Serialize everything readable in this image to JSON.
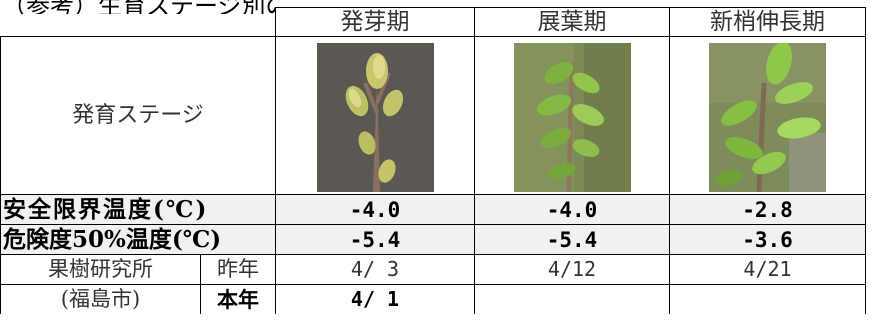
{
  "top_fragment": "（参考）生育ステージ別の",
  "header": {
    "stages": [
      "発芽期",
      "展葉期",
      "新梢伸長期"
    ]
  },
  "stage_label": "発育ステージ",
  "photos": [
    {
      "name": "bud-photo",
      "bg": "#5a5754"
    },
    {
      "name": "leaf-photo",
      "bg": "#6e7a45"
    },
    {
      "name": "shoot-photo",
      "bg": "#7c8a55"
    }
  ],
  "rows": [
    {
      "label": "安全限界温度(℃)",
      "values": [
        "-4.0",
        "-4.0",
        "-2.8"
      ]
    },
    {
      "label": "危険度50%温度(℃)",
      "values": [
        "-5.4",
        "-5.4",
        "-3.6"
      ]
    }
  ],
  "station": {
    "line1": "果樹研究所",
    "line2": "(福島市)",
    "last_year_label": "昨年",
    "this_year_label": "本年",
    "last_year": [
      "4/ 3",
      "4/12",
      "4/21"
    ],
    "this_year": [
      "4/ 1",
      "",
      ""
    ]
  }
}
